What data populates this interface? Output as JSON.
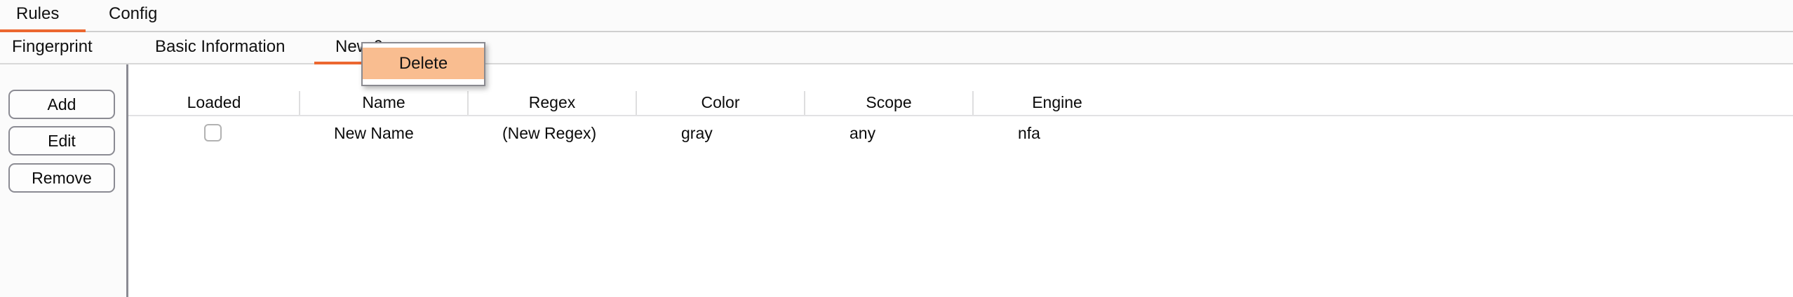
{
  "primary_tabs": {
    "items": [
      {
        "label": "Rules",
        "active": true
      },
      {
        "label": "Config",
        "active": false
      }
    ],
    "accent_color": "#ec6730"
  },
  "secondary_tabs": {
    "items": [
      {
        "label": "Fingerprint",
        "active": false
      },
      {
        "label": "Basic Information",
        "active": false
      },
      {
        "label": "New 0",
        "active": true
      }
    ],
    "accent_color": "#ec6730"
  },
  "delete_popup": {
    "label": "Delete",
    "background_color": "#f9bd90",
    "border_color": "#8a8a90"
  },
  "actions": {
    "add_label": "Add",
    "edit_label": "Edit",
    "remove_label": "Remove"
  },
  "table": {
    "columns": [
      "Loaded",
      "Name",
      "Regex",
      "Color",
      "Scope",
      "Engine"
    ],
    "rows": [
      {
        "loaded": false,
        "name": "New Name",
        "regex": "(New Regex)",
        "color": "gray",
        "scope": "any",
        "engine": "nfa"
      }
    ]
  }
}
